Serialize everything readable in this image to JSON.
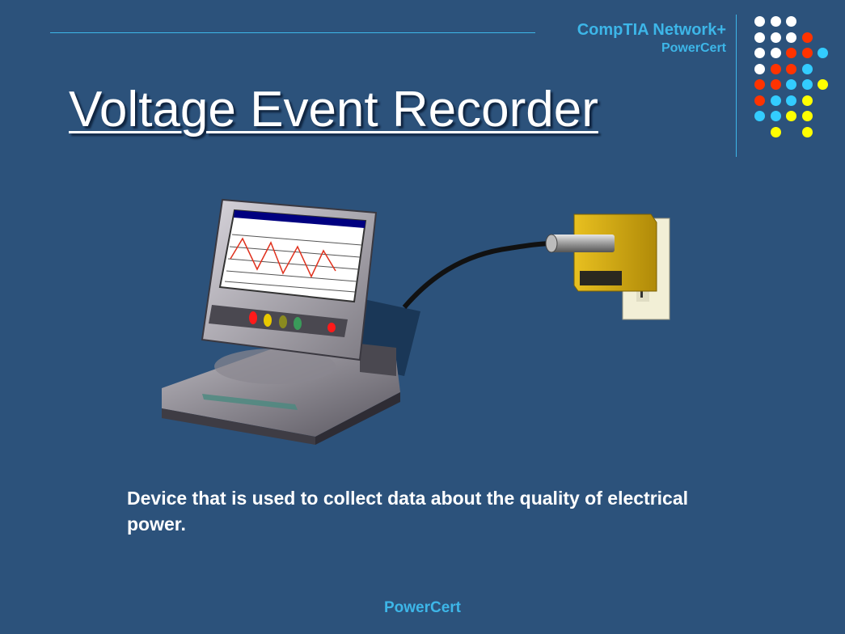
{
  "header": {
    "brand_line1": "CompTIA Network+",
    "brand_line2": "PowerCert"
  },
  "slide": {
    "title": "Voltage Event Recorder",
    "description": "Device that is used to collect data about the quality of electrical power."
  },
  "footer": {
    "text": "PowerCert"
  },
  "colors": {
    "background": "#2c527b",
    "accent": "#3db6e8",
    "white": "#ffffff",
    "red": "#ff3300",
    "yellow": "#ffff00",
    "cyan": "#33ccff"
  },
  "dot_grid": [
    [
      "white",
      "white",
      "white",
      "none",
      "none"
    ],
    [
      "white",
      "white",
      "white",
      "red",
      "none"
    ],
    [
      "white",
      "white",
      "red",
      "red",
      "cyan"
    ],
    [
      "white",
      "red",
      "red",
      "cyan",
      "none"
    ],
    [
      "red",
      "red",
      "cyan",
      "cyan",
      "yellow"
    ],
    [
      "red",
      "cyan",
      "cyan",
      "yellow",
      "none"
    ],
    [
      "cyan",
      "cyan",
      "yellow",
      "yellow",
      "none"
    ],
    [
      "none",
      "yellow",
      "none",
      "yellow",
      "none"
    ]
  ]
}
